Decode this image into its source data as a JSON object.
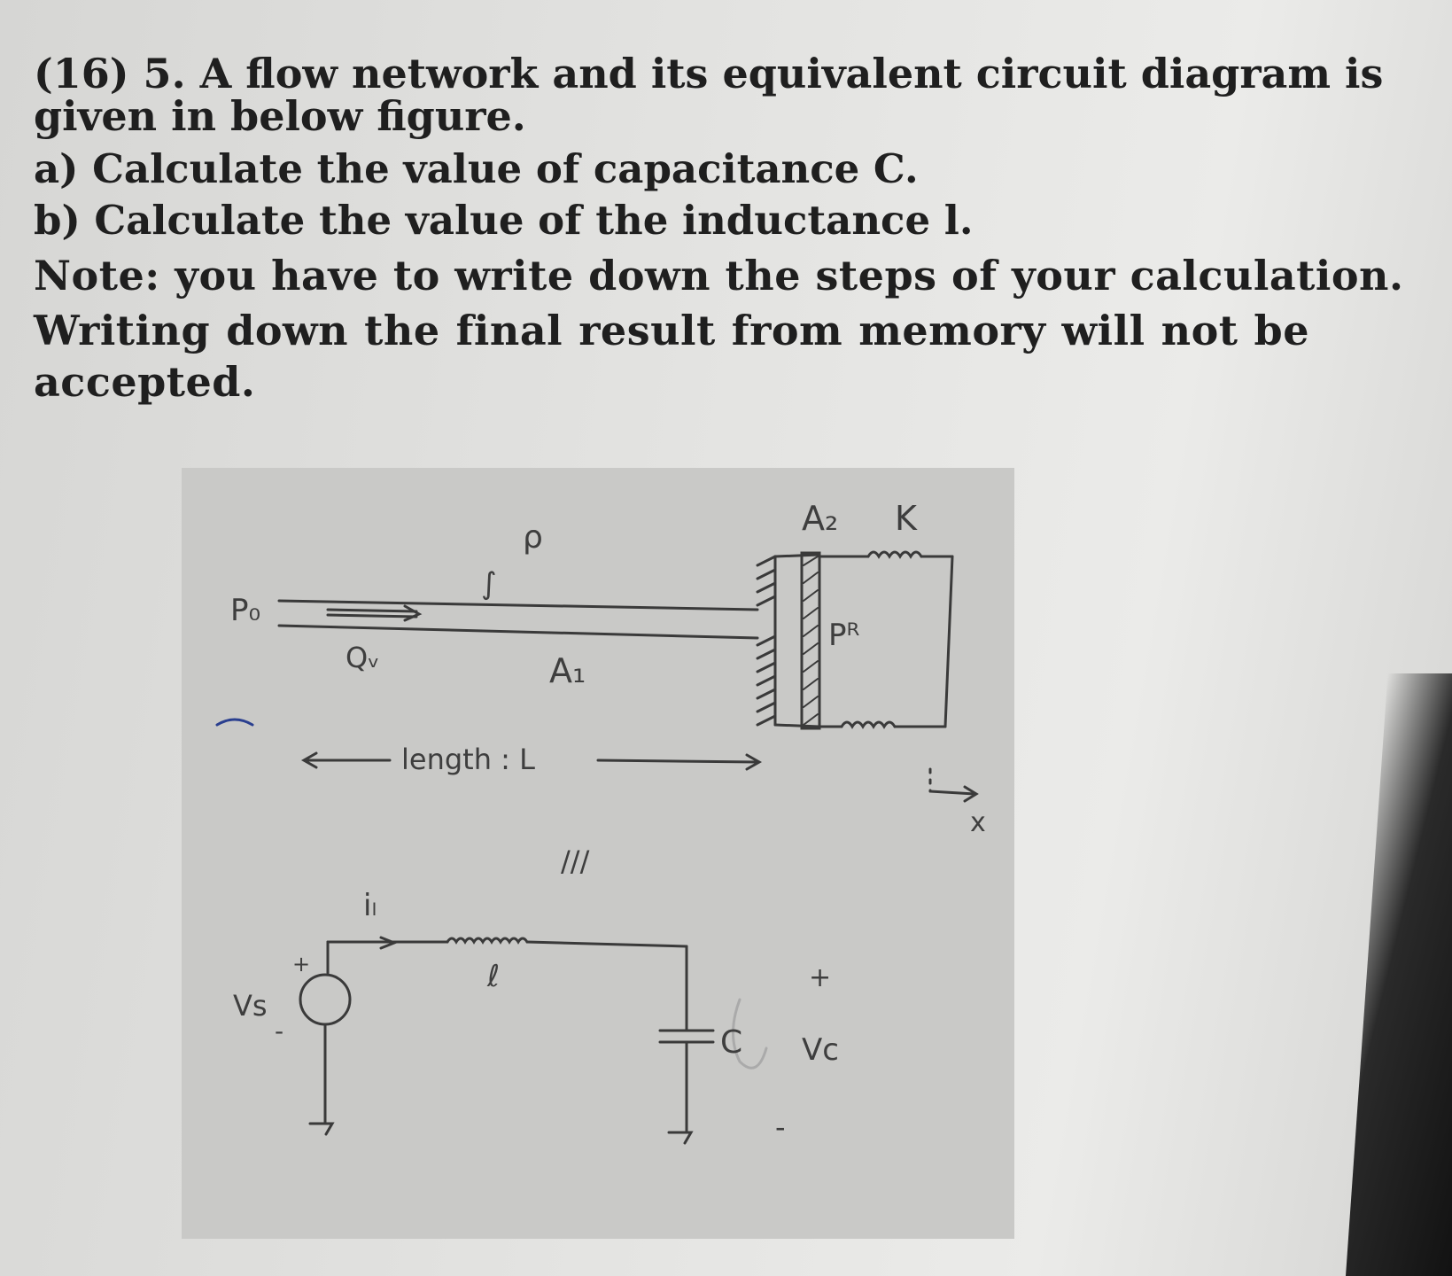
{
  "question": {
    "header": "(16) 5. A flow network and its equivalent circuit diagram is",
    "header_cont": "given in below figure.",
    "part_a": "a) Calculate the value of capacitance C.",
    "part_b": "b) Calculate the value of the inductance l.",
    "note_1": "Note: you have to write down the steps of your calculation.",
    "note_2": "Writing down the final result from memory will not be",
    "note_3": "accepted."
  },
  "figure": {
    "flow_labels": {
      "p0": "P₀",
      "qv": "Qᵥ",
      "rho": "ρ",
      "integral": "∫",
      "a1": "A₁",
      "a2": "A₂",
      "k": "K",
      "pr": "Pᴿ",
      "length": "length : L",
      "x": "x"
    },
    "equivalence_mark": "///",
    "circuit_labels": {
      "il": "iₗ",
      "l": "ℓ",
      "vs": "Vs",
      "c": "C",
      "vc": "Vc",
      "plus_source": "+",
      "minus_source": "-",
      "plus_cap": "+",
      "minus_cap": "-"
    }
  }
}
